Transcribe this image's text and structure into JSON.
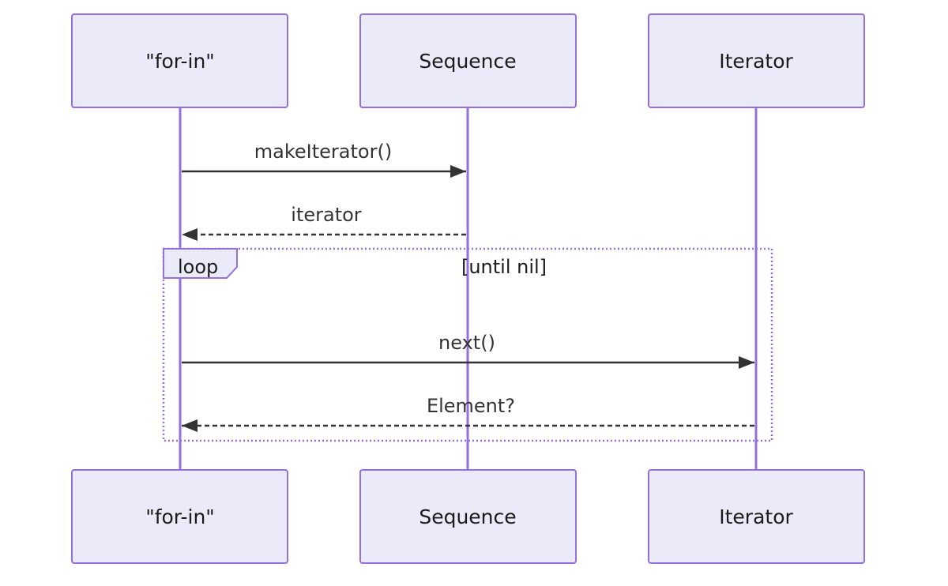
{
  "diagram": {
    "type": "sequence",
    "participants": [
      {
        "id": "forin",
        "label": "\"for-in\""
      },
      {
        "id": "sequence",
        "label": "Sequence"
      },
      {
        "id": "iterator",
        "label": "Iterator"
      }
    ],
    "messages": [
      {
        "from": "forin",
        "to": "sequence",
        "label": "makeIterator()",
        "style": "solid"
      },
      {
        "from": "sequence",
        "to": "forin",
        "label": "iterator",
        "style": "dashed"
      },
      {
        "from": "forin",
        "to": "iterator",
        "label": "next()",
        "style": "solid"
      },
      {
        "from": "iterator",
        "to": "forin",
        "label": "Element?",
        "style": "dashed"
      }
    ],
    "loop": {
      "keyword": "loop",
      "condition": "[until nil]"
    },
    "colors": {
      "actor_fill": "#eaeaf9",
      "actor_stroke": "#9370db",
      "lifeline": "#9370db",
      "message": "#333333",
      "text": "#1b1b1b"
    }
  }
}
